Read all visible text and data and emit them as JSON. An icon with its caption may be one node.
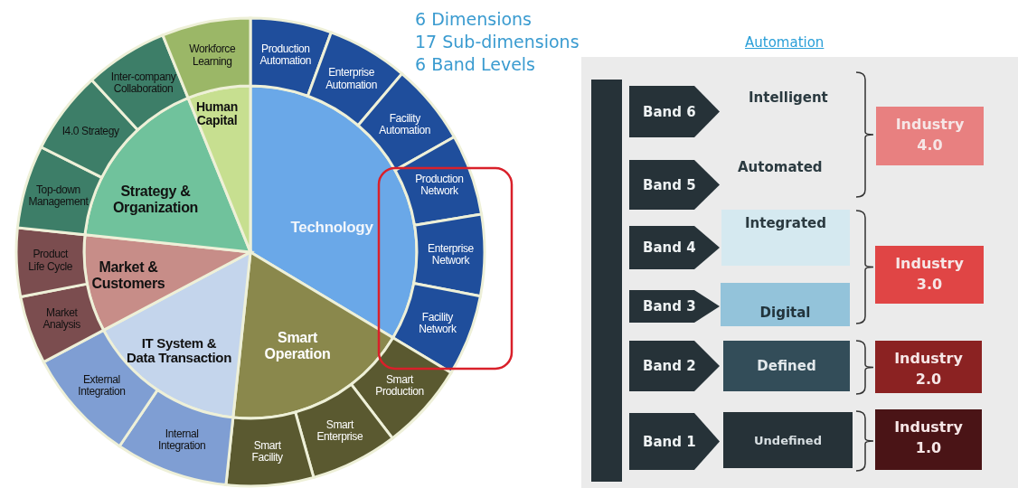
{
  "diagram": {
    "nodes": [
      {
        "text": [
          "Technology"
        ]
      },
      {
        "text": [
          "Smart Operation"
        ]
      },
      {
        "text": [
          "IT System & Data Transaction"
        ]
      },
      {
        "text": [
          "Market & Customers"
        ]
      },
      {
        "text": [
          "Strategy & Organization"
        ]
      },
      {
        "text": [
          "Human Capital"
        ]
      },
      {
        "text": [
          "Production Automation"
        ]
      },
      {
        "text": [
          "Enterprise Automation"
        ]
      },
      {
        "text": [
          "Facility Automation"
        ]
      },
      {
        "text": [
          "Production Network"
        ]
      },
      {
        "text": [
          "Enterprise Network"
        ]
      },
      {
        "text": [
          "Facility Network"
        ]
      },
      {
        "text": [
          "Smart Production"
        ]
      },
      {
        "text": [
          "Smart Enterprise"
        ]
      },
      {
        "text": [
          "Smart Facility"
        ]
      },
      {
        "text": [
          "Internal Integration"
        ]
      },
      {
        "text": [
          "External Integration"
        ]
      },
      {
        "text": [
          "Market Analysis"
        ]
      },
      {
        "text": [
          "Product Life Cycle"
        ]
      },
      {
        "text": [
          "Top-down Management"
        ]
      },
      {
        "text": [
          "I4.0 Strategy"
        ]
      },
      {
        "text": [
          "Inter-company Collaboration"
        ]
      },
      {
        "text": [
          "Workforce Learning"
        ]
      },
      {
        "text": [
          "Band 6"
        ]
      },
      {
        "text": [
          "Band 5"
        ]
      },
      {
        "text": [
          "Band 4"
        ]
      },
      {
        "text": [
          "Band 3"
        ]
      },
      {
        "text": [
          "Band 2"
        ]
      },
      {
        "text": [
          "Band 1"
        ]
      },
      {
        "text": [
          "Integrated"
        ]
      },
      {
        "text": [
          "Digital"
        ]
      },
      {
        "text": [
          "Defined"
        ]
      },
      {
        "text": [
          "Undefined"
        ]
      },
      {
        "text": [
          "Industry 4.0"
        ]
      },
      {
        "text": [
          "Industry 3.0"
        ]
      },
      {
        "text": [
          "Industry 2.0"
        ]
      },
      {
        "text": [
          "Industry 1.0"
        ]
      },
      {
        "text": [],
        "shape": "bar"
      }
    ],
    "labels": [
      "6 Dimensions",
      "17 Sub-dimensions",
      "6 Band Levels",
      "Automation",
      "Intelligent",
      "Automated"
    ]
  }
}
